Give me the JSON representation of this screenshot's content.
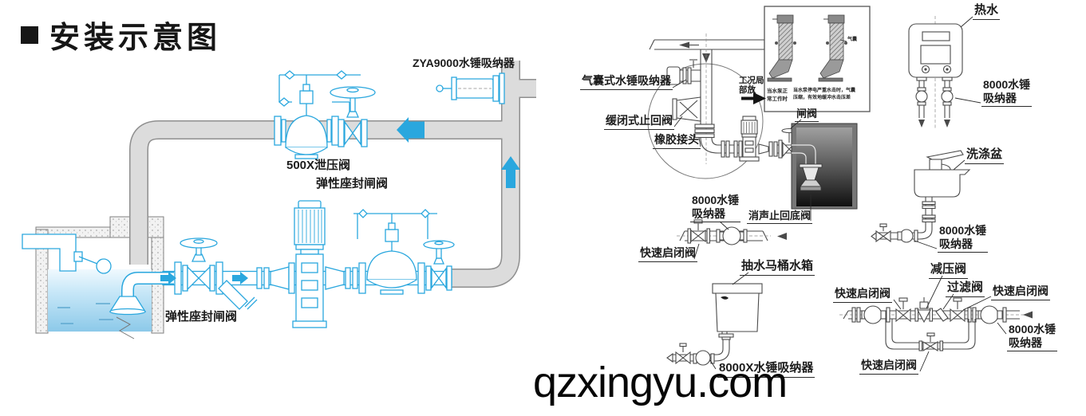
{
  "page": {
    "title": "安装示意图",
    "watermark": "qzxingyu.com"
  },
  "colors": {
    "diagram_blue": "#2aa7de",
    "pipe_gray_fill": "#dcdcdc",
    "pipe_gray_stroke": "#8f8f8f",
    "dark_line": "#4a4a4a",
    "label_color": "#1c1c1c",
    "water_blue": "#8cc9e9"
  },
  "left_diagram": {
    "zya9000_label": "ZYA9000水锤吸纳器",
    "relief_valve_label": "500X泄压阀",
    "gate_valve_label_top": "弹性座封闸阀",
    "gate_valve_label_bottom": "弹性座封闸阀"
  },
  "pump_system": {
    "airbag_absorber_label": "气囊式水锤吸纳器",
    "slow_closing_check_valve_label": "缓闭式止回阀",
    "rubber_joint_label": "橡胶接头",
    "detail_callout_line1": "工况局",
    "detail_callout_line2": "部放",
    "detail_box": {
      "airbag_tag": "气囊",
      "caption_left_line1": "当水泵正",
      "caption_left_line2": "常工作时",
      "caption_right_line1": "当水泵停电严重水击时，气囊",
      "caption_right_line2": "压缩，有效地缓冲水击压差"
    },
    "gate_valve_label": "闸阀",
    "absorber_8000_line1": "8000水锤",
    "absorber_8000_line2": "吸纳器",
    "quick_open_close_valve_label": "快速启闭阀",
    "silent_foot_check_valve_label": "消声止回底阀"
  },
  "toilet": {
    "tank_label": "抽水马桶水箱",
    "absorber_label": "8000X水锤吸纳器"
  },
  "water_heater": {
    "hot_water_label": "热水",
    "absorber_line1": "8000水锤",
    "absorber_line2": "吸纳器"
  },
  "sink": {
    "label": "洗涤盆",
    "absorber_line1": "8000水锤",
    "absorber_line2": "吸纳器"
  },
  "prv_assembly": {
    "pressure_reducing_valve_label": "减压阀",
    "filter_valve_label": "过滤阀",
    "quick_valve_left_label": "快速启闭阀",
    "quick_valve_right_label": "快速启闭阀",
    "quick_valve_bypass_label": "快速启闭阀",
    "absorber_line1": "8000水锤",
    "absorber_line2": "吸纳器"
  }
}
